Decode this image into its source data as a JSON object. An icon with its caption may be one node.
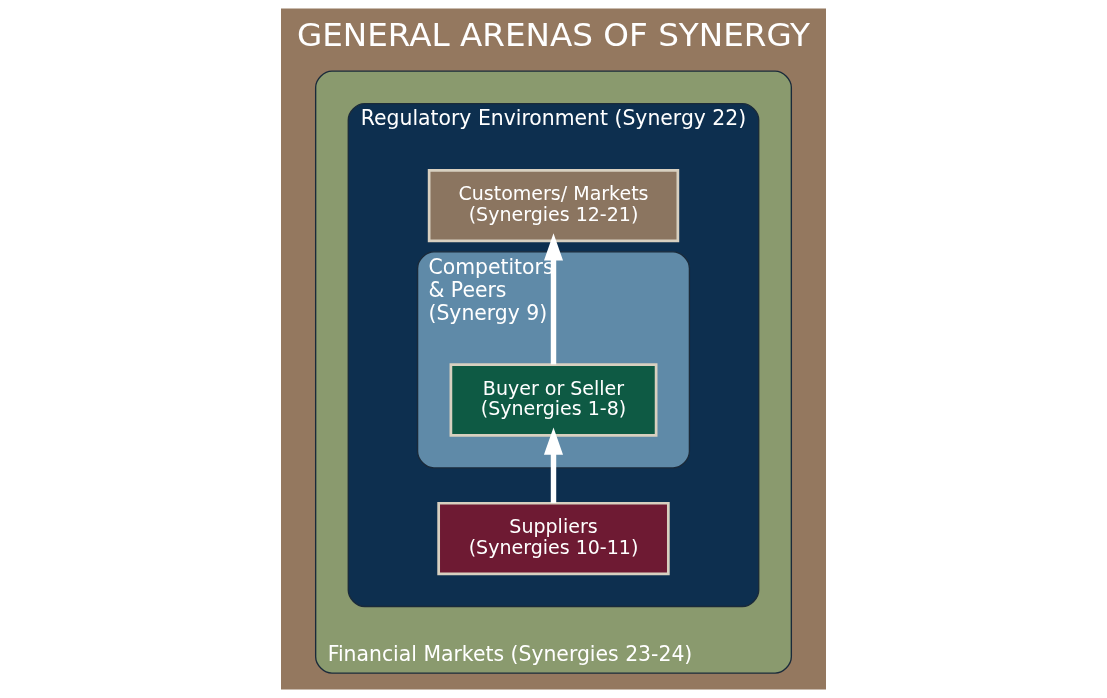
{
  "diagram": {
    "title": "GENERAL ARENAS OF SYNERGY",
    "nodes": [
      {
        "text": [
          "Financial Markets (Synergies 23-24)"
        ]
      },
      {
        "text": [
          "Regulatory Environment (Synergy 22)"
        ],
        "in": 0
      },
      {
        "text": [
          "Competitors & Peers (Synergy 9)"
        ],
        "in": 1
      },
      {
        "text": [
          "Customers/ Markets",
          "(Synergies 12-21)"
        ],
        "in": 1
      },
      {
        "text": [
          "Buyer or Seller",
          "(Synergies 1-8)"
        ],
        "in": 2
      },
      {
        "text": [
          "Suppliers",
          "(Synergies 10-11)"
        ],
        "in": 1
      }
    ],
    "edges": [
      {
        "from": 5,
        "to": 4,
        "arrow": "to"
      },
      {
        "from": 4,
        "to": 3,
        "arrow": "to"
      }
    ]
  }
}
